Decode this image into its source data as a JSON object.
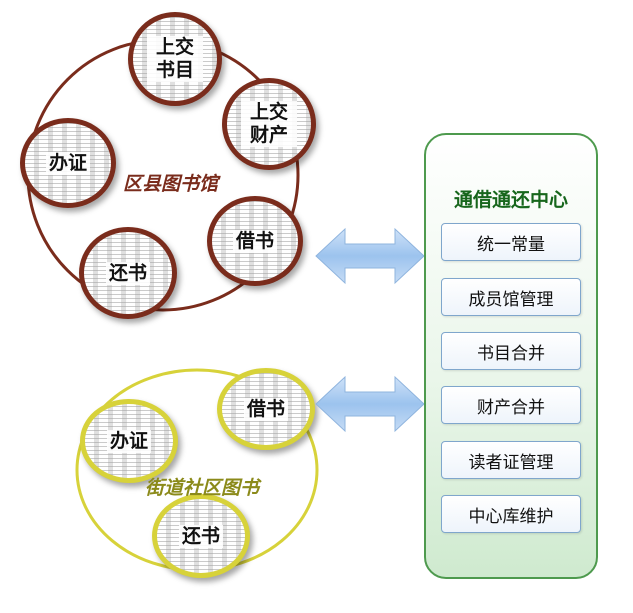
{
  "district_group": {
    "label": "区县图书馆",
    "label_color": "#7a2c1c",
    "ring_color": "#7a2c1c",
    "nodes": {
      "submit_catalog": "上交书目",
      "submit_catalog_l1": "上交",
      "submit_catalog_l2": "书目",
      "submit_assets": "上交财产",
      "submit_assets_l1": "上交",
      "submit_assets_l2": "财产",
      "issue_card": "办证",
      "borrow": "借书",
      "return": "还书"
    }
  },
  "community_group": {
    "label": "街道社区图书",
    "label_color": "#8b8a1a",
    "ring_color": "#d7d23a",
    "nodes": {
      "issue_card": "办证",
      "borrow": "借书",
      "return": "还书"
    }
  },
  "center_panel": {
    "title": "通借通还中心",
    "title_color": "#17661c",
    "items": [
      "统一常量",
      "成员馆管理",
      "书目合并",
      "财产合并",
      "读者证管理",
      "中心库维护"
    ]
  },
  "colors": {
    "arrow": "#9cc3ee",
    "panel_border": "#4e9a4e"
  },
  "icons": [
    "double-headed-arrow-icon",
    "double-headed-arrow-icon"
  ]
}
